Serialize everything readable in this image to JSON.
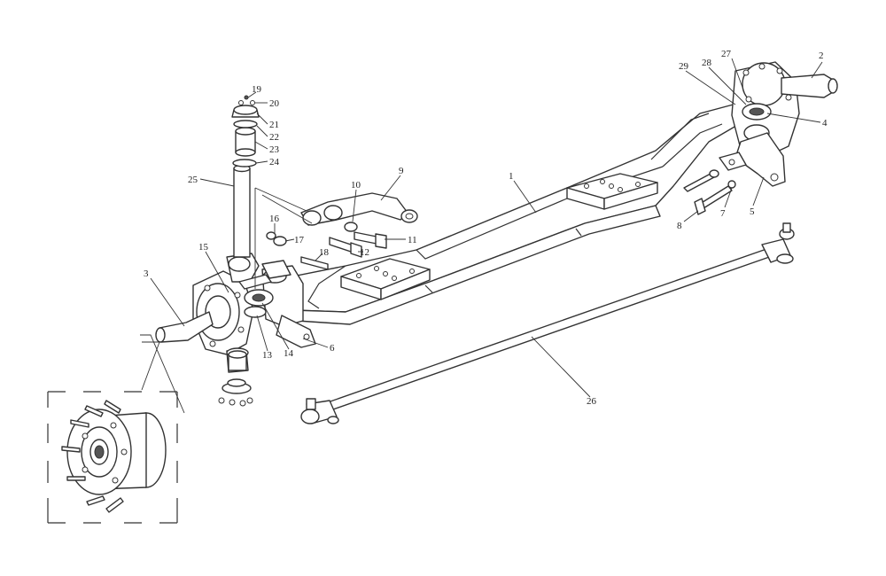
{
  "colors": {
    "line": "#333333",
    "background": "#ffffff"
  },
  "callouts": [
    {
      "id": "1",
      "label": "1"
    },
    {
      "id": "2",
      "label": "2"
    },
    {
      "id": "3",
      "label": "3"
    },
    {
      "id": "4",
      "label": "4"
    },
    {
      "id": "5",
      "label": "5"
    },
    {
      "id": "6",
      "label": "6"
    },
    {
      "id": "7",
      "label": "7"
    },
    {
      "id": "8",
      "label": "8"
    },
    {
      "id": "9",
      "label": "9"
    },
    {
      "id": "10",
      "label": "10"
    },
    {
      "id": "11",
      "label": "11"
    },
    {
      "id": "12",
      "label": "12"
    },
    {
      "id": "13",
      "label": "13"
    },
    {
      "id": "14",
      "label": "14"
    },
    {
      "id": "15",
      "label": "15"
    },
    {
      "id": "16",
      "label": "16"
    },
    {
      "id": "17",
      "label": "17"
    },
    {
      "id": "18",
      "label": "18"
    },
    {
      "id": "19",
      "label": "19"
    },
    {
      "id": "20",
      "label": "20"
    },
    {
      "id": "21",
      "label": "21"
    },
    {
      "id": "22",
      "label": "22"
    },
    {
      "id": "23",
      "label": "23"
    },
    {
      "id": "24",
      "label": "24"
    },
    {
      "id": "25",
      "label": "25"
    },
    {
      "id": "26",
      "label": "26"
    },
    {
      "id": "27",
      "label": "27"
    },
    {
      "id": "28",
      "label": "28"
    },
    {
      "id": "29",
      "label": "29"
    }
  ]
}
